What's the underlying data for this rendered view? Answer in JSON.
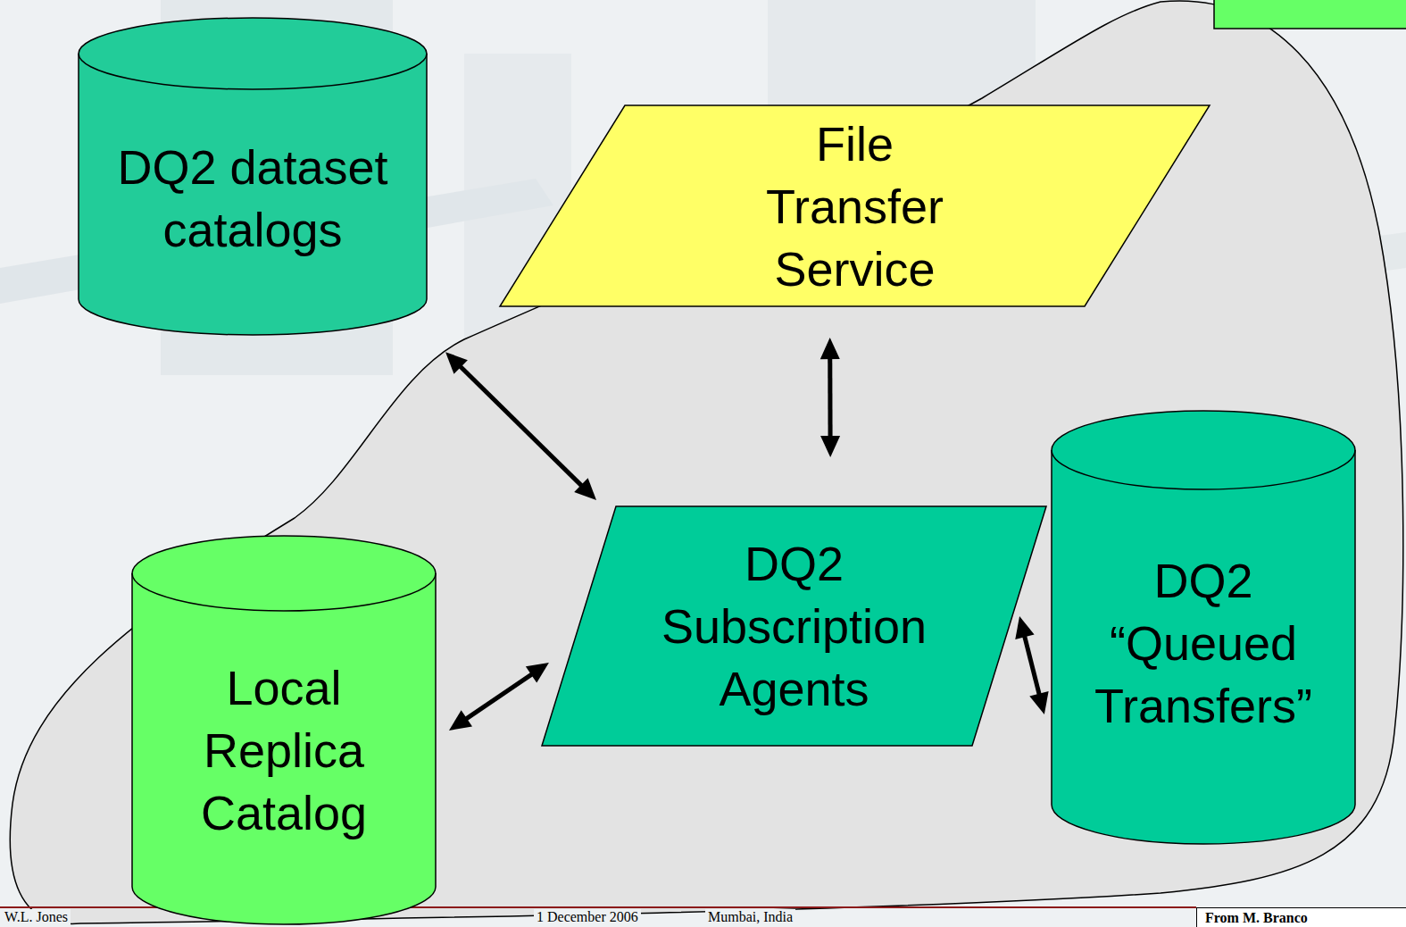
{
  "diagram": {
    "nodes": [
      {
        "text": [
          "DQ2 dataset catalogs"
        ]
      },
      {
        "text": [
          "File Transfer Service"
        ]
      },
      {
        "text": [
          "Local Replica Catalog"
        ]
      },
      {
        "text": [
          "DQ2 Subscription Agents"
        ]
      },
      {
        "text": [
          "DQ2 “Queued Transfers”"
        ]
      }
    ],
    "edges": [
      {
        "from": 0,
        "to": 3,
        "arrow": "both"
      },
      {
        "from": 1,
        "to": 3,
        "arrow": "both"
      },
      {
        "from": 2,
        "to": 3,
        "arrow": "both"
      },
      {
        "from": 3,
        "to": 4,
        "arrow": "both"
      }
    ],
    "labels": [
      "W.L. Jones",
      "1 December 2006",
      "Mumbai, India",
      "From M. Branco"
    ]
  }
}
